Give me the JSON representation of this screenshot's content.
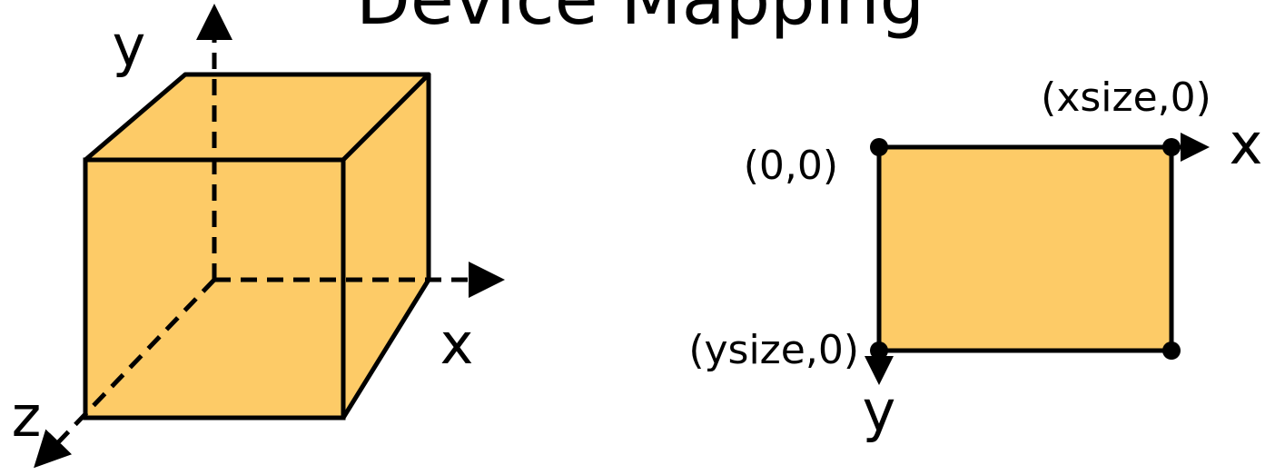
{
  "title": "Device Mapping",
  "colors": {
    "fill": "#FDCB67",
    "stroke": "#000000",
    "background": "#FFFFFF"
  },
  "cube_diagram": {
    "axis_x_label": "x",
    "axis_y_label": "y",
    "axis_z_label": "z"
  },
  "device_diagram": {
    "corner_top_left": "(0,0)",
    "corner_top_right": "(xsize,0)",
    "corner_bottom_left": "(ysize,0)",
    "axis_x_label": "x",
    "axis_y_label": "y"
  }
}
